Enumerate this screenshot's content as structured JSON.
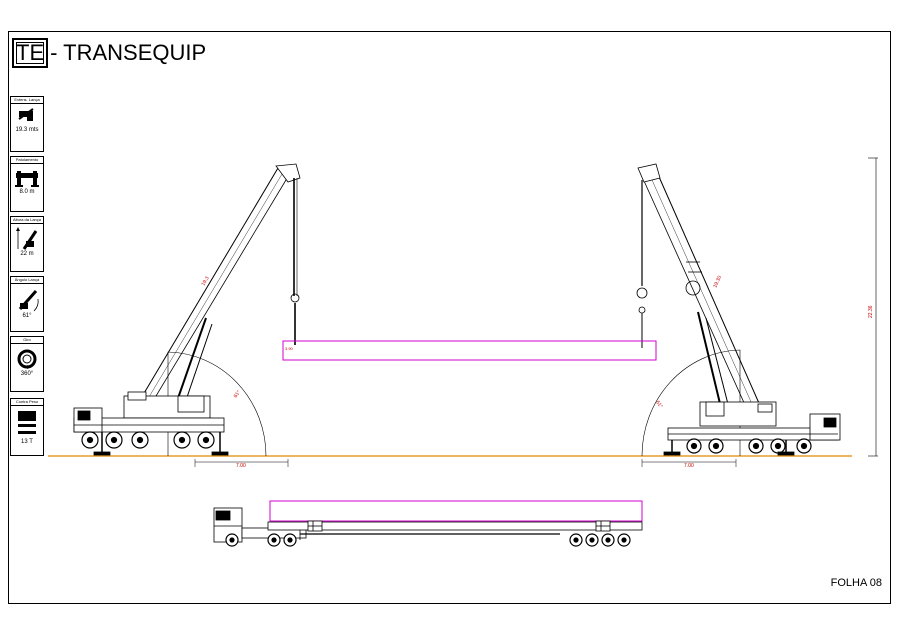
{
  "header": {
    "logo": "TE",
    "name": "- TRANSEQUIP"
  },
  "panels": [
    {
      "title": "Extens. Lança",
      "value": "19.3 mts",
      "icon": "boom-extension-icon"
    },
    {
      "title": "Patolamento",
      "value": "8.0 m",
      "icon": "outrigger-icon"
    },
    {
      "title": "Altura da Lança",
      "value": "22 m",
      "icon": "boom-height-icon"
    },
    {
      "title": "Ângulo Lança",
      "value": "61°",
      "icon": "boom-angle-icon"
    },
    {
      "title": "Giro",
      "value": "360°",
      "icon": "rotation-icon"
    },
    {
      "title": "Contra Peso",
      "value": "13 T",
      "icon": "counterweight-icon"
    }
  ],
  "dimensions": {
    "left_radius": "7.00",
    "right_radius": "7.00",
    "height": "22.36",
    "left_boom_length": "19.3",
    "right_boom_length": "19.30",
    "left_angle": "61°",
    "right_angle": "61°",
    "load_label": "3.90"
  },
  "colors": {
    "load": "#d000d0",
    "ground": "#e08a00",
    "dimension_text": "#cc0000"
  },
  "footer": {
    "sheet": "FOLHA 08"
  }
}
